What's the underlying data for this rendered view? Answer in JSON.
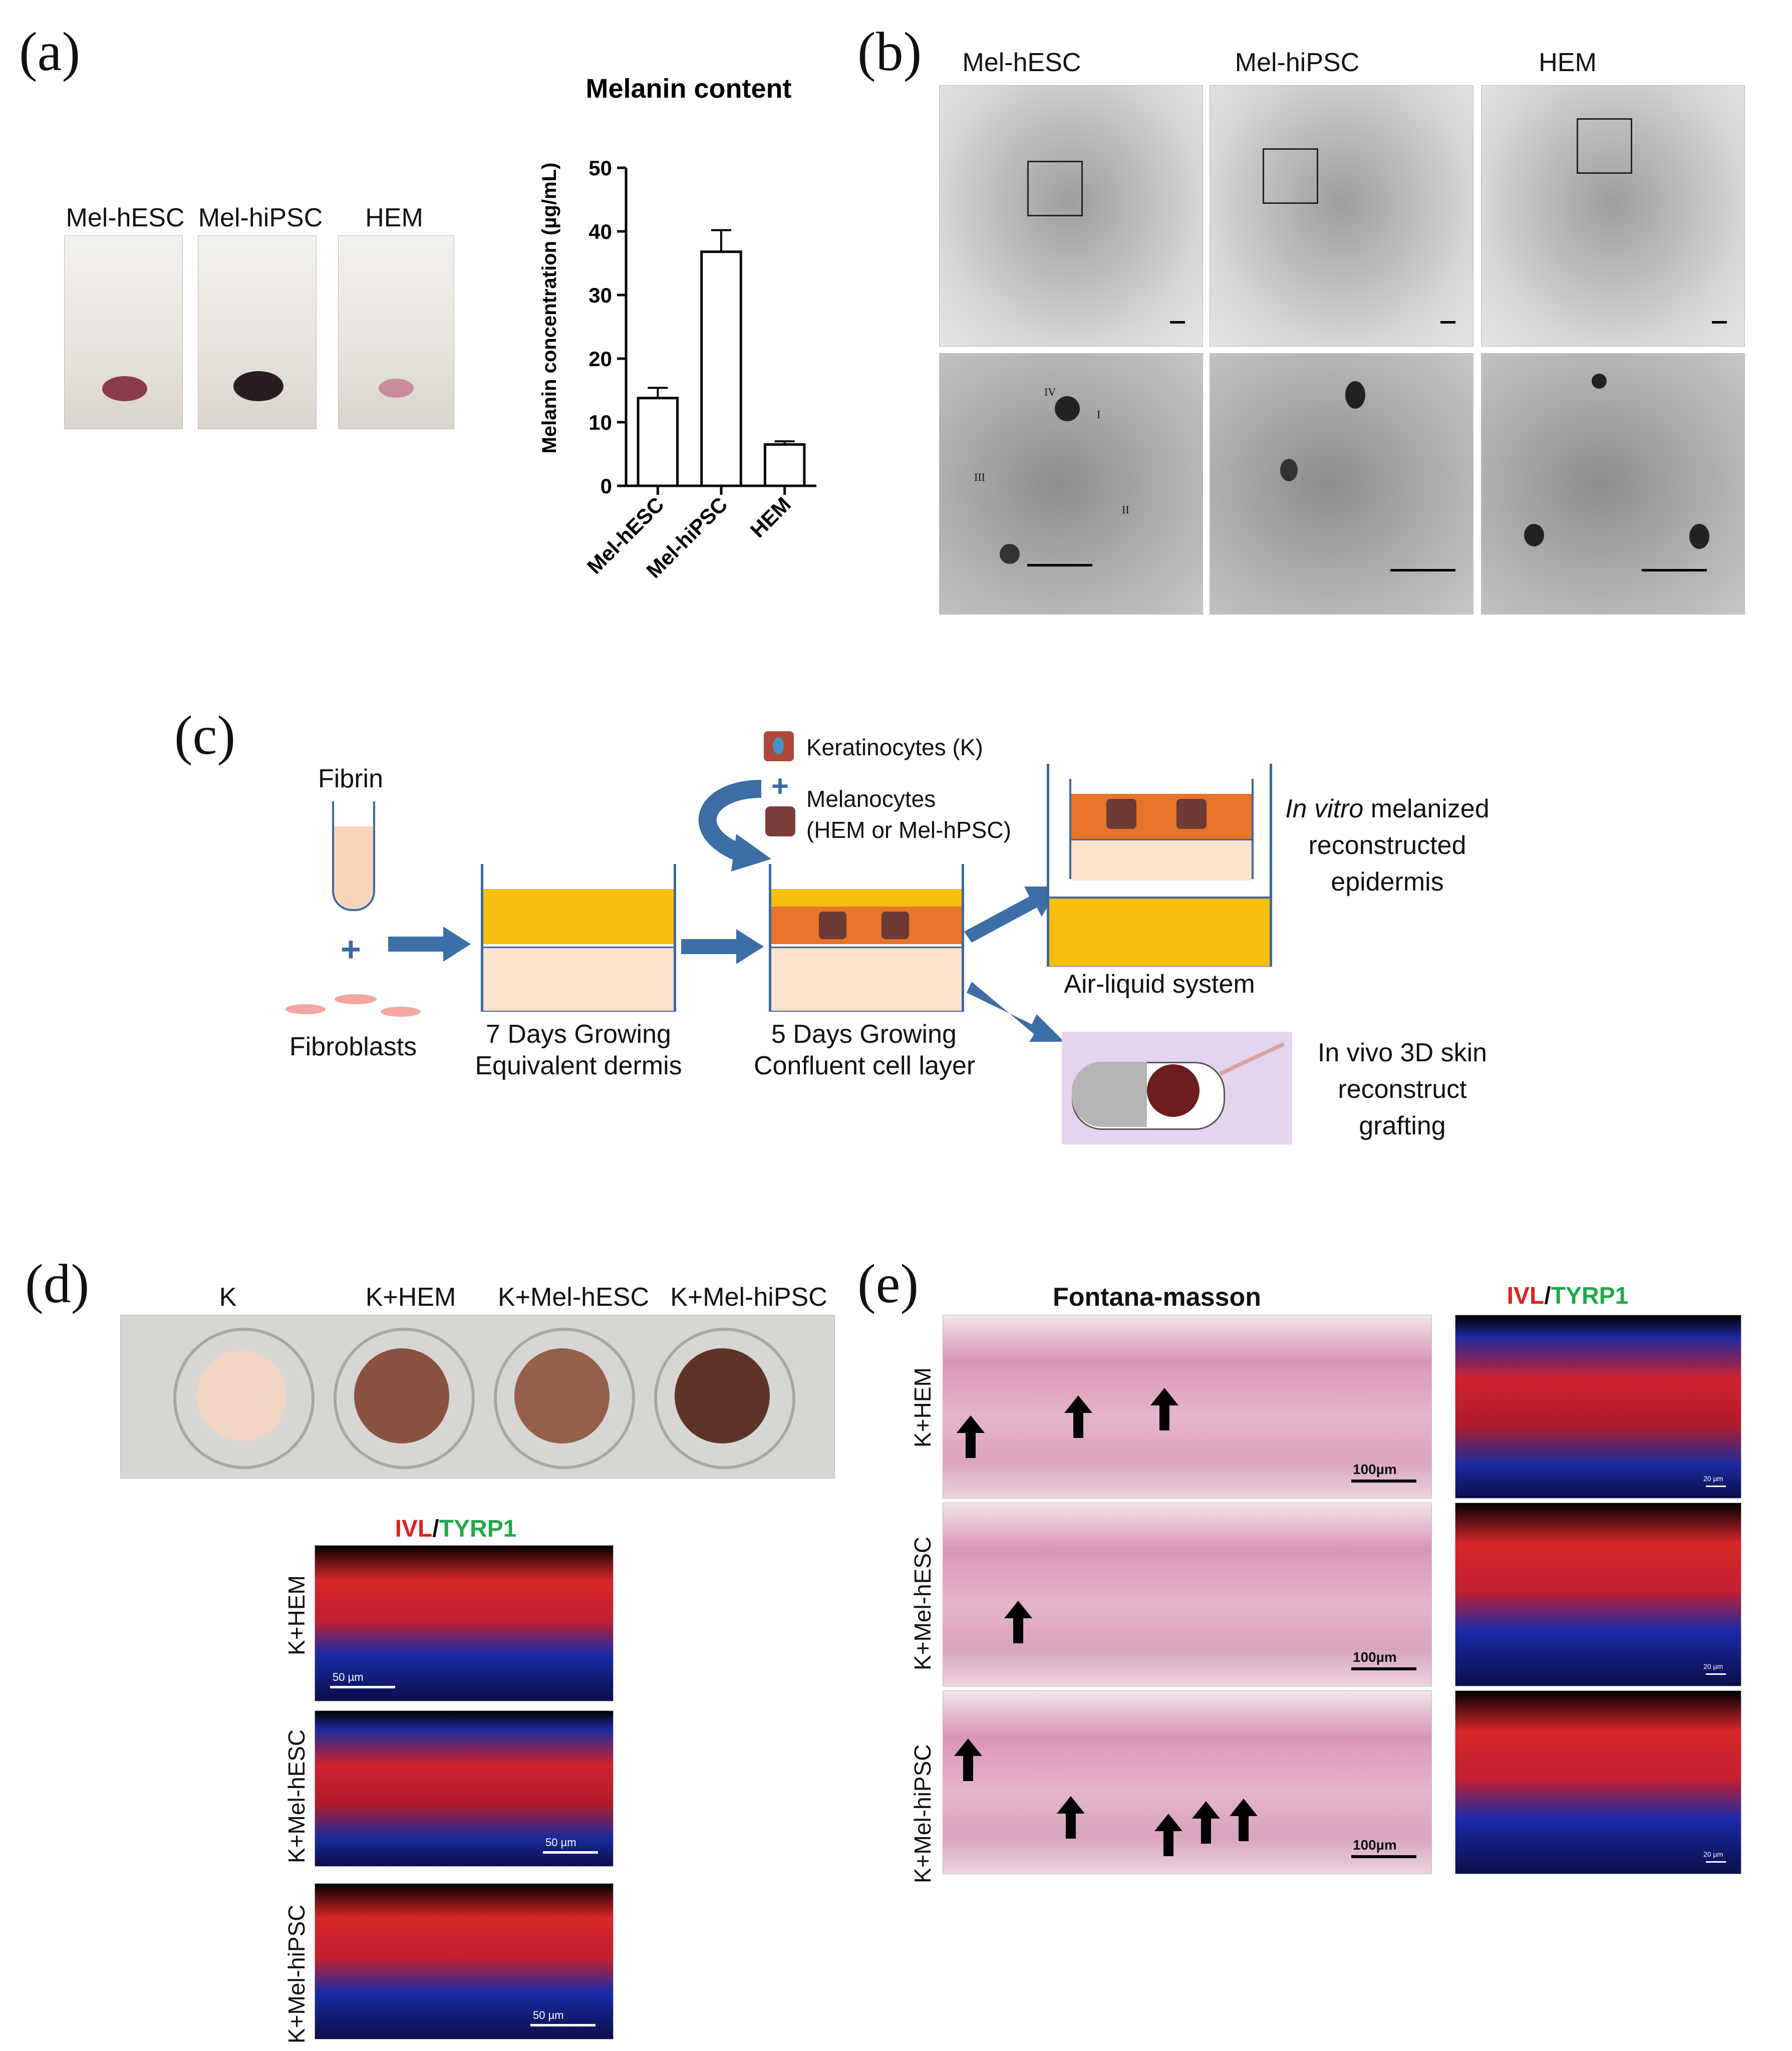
{
  "panels": {
    "a": "(a)",
    "b": "(b)",
    "c": "(c)",
    "d": "(d)",
    "e": "(e)"
  },
  "panel_a": {
    "tube_labels": [
      "Mel-hESC",
      "Mel-hiPSC",
      "HEM"
    ]
  },
  "chart_data": {
    "type": "bar",
    "title": "Melanin content",
    "ylabel": "Melanin concentration (µg/mL)",
    "xlabel": "",
    "categories": [
      "Mel-hESC",
      "Mel-hiPSC",
      "HEM"
    ],
    "values": [
      13.8,
      36.8,
      6.5
    ],
    "errors": [
      1.6,
      3.4,
      0.5
    ],
    "ylim": [
      0,
      50
    ],
    "yticks": [
      "0",
      "10",
      "20",
      "30",
      "40",
      "50"
    ],
    "grid": false
  },
  "panel_b": {
    "column_labels": [
      "Mel-hESC",
      "Mel-hiPSC",
      "HEM"
    ],
    "stage_labels": [
      "IV",
      "II",
      "III",
      "I"
    ]
  },
  "panel_c": {
    "fibrin": "Fibrin",
    "fibroblasts": "Fibroblasts",
    "step1_line1": "7 Days Growing",
    "step1_line2": "Equivalent dermis",
    "keratinocytes": "Keratinocytes (K)",
    "melanocytes_line1": "Melanocytes",
    "melanocytes_line2": "(HEM or Mel-hPSC)",
    "step2_line1": "5 Days Growing",
    "step2_line2": "Confluent cell layer",
    "airliquid": "Air-liquid system",
    "invitro_italic": "In vitro",
    "invitro_rest1": " melanized",
    "invitro_line2": "reconstructed",
    "invitro_line3": "epidermis",
    "invivo_line1": "In vivo 3D skin",
    "invivo_line2": "reconstruct",
    "invivo_line3": "grafting",
    "plus": "+"
  },
  "panel_d": {
    "well_labels": [
      "K",
      "K+HEM",
      "K+Mel-hESC",
      "K+Mel-hiPSC"
    ],
    "stain_a": "IVL",
    "stain_sep": "/",
    "stain_b": "TYRP1",
    "row_labels": [
      "K+HEM",
      "K+Mel-hESC",
      "K+Mel-hiPSC"
    ],
    "scale": "50 µm"
  },
  "panel_e": {
    "fm_title": "Fontana-masson",
    "stain_a": "IVL",
    "stain_sep": "/",
    "stain_b": "TYRP1",
    "row_labels": [
      "K+HEM",
      "K+Mel-hESC",
      "K+Mel-hiPSC"
    ],
    "scale": "100µm",
    "scale_small": "20 µm"
  },
  "colors": {
    "bar_edge": "#000000",
    "arrow_blue": "#3d6ea8",
    "gel_yellow": "#f7bd0f",
    "dermis_peach": "#fde3cc",
    "keratinocyte": "#e8742a",
    "mouse_bg": "#e4d4ef",
    "ivl_red": "#e02020",
    "tyrp1_green": "#22a84a"
  }
}
